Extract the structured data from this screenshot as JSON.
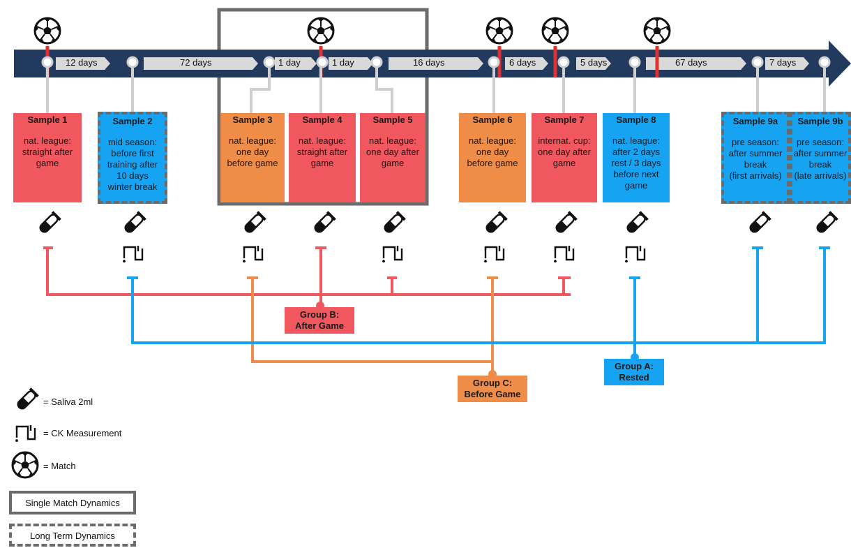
{
  "intervals": [
    "12 days",
    "72 days",
    "1 day",
    "1 day",
    "16 days",
    "6 days",
    "5 days",
    "67 days",
    "7 days"
  ],
  "samples": [
    {
      "title": "Sample 1",
      "desc": "nat. league:\nstraight after\ngame",
      "color": "red"
    },
    {
      "title": "Sample 2",
      "desc": "mid season:\nbefore first\ntraining after\n10 days\nwinter break",
      "color": "blue"
    },
    {
      "title": "Sample 3",
      "desc": "nat. league:\none day\nbefore game",
      "color": "orange"
    },
    {
      "title": "Sample 4",
      "desc": "nat. league:\nstraight after\ngame",
      "color": "red"
    },
    {
      "title": "Sample 5",
      "desc": "nat. league:\none day after\ngame",
      "color": "red"
    },
    {
      "title": "Sample 6",
      "desc": "nat. league:\none day\nbefore game",
      "color": "orange"
    },
    {
      "title": "Sample 7",
      "desc": "internat. cup:\none day after\ngame",
      "color": "red"
    },
    {
      "title": "Sample 8",
      "desc": "nat. league:\nafter 2 days\nrest / 3 days\nbefore next\ngame",
      "color": "blue"
    },
    {
      "title": "Sample 9a",
      "desc": "pre season:\nafter summer\nbreak\n(first arrivals)",
      "color": "blue"
    },
    {
      "title": "Sample 9b",
      "desc": "pre season:\nafter summer\nbreak\n(late arrivals)",
      "color": "blue"
    }
  ],
  "groups": {
    "a": "Group A:\nRested",
    "b": "Group B:\nAfter Game",
    "c": "Group C:\nBefore Game"
  },
  "legend": {
    "saliva": "= Saliva 2ml",
    "ck": "= CK Measurement",
    "match": "= Match",
    "single": "Single Match Dynamics",
    "long": "Long Term Dynamics"
  },
  "colors": {
    "timeline": "#223a5e",
    "red": "#f0575e",
    "orange": "#ef8c47",
    "blue": "#16a3f2",
    "grey": "#6b6b6b"
  }
}
